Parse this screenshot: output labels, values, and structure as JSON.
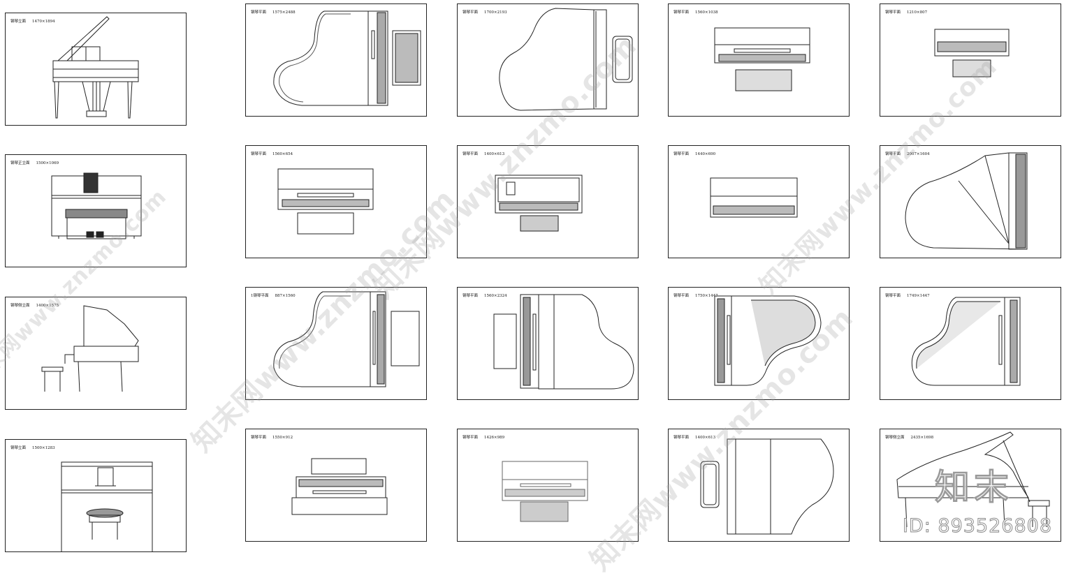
{
  "panels": [
    {
      "title": "钢琴立面",
      "dims": "1470×1894"
    },
    {
      "title": "钢琴平面",
      "dims": "1575×2488"
    },
    {
      "title": "钢琴平面",
      "dims": "1700×2193"
    },
    {
      "title": "钢琴平面",
      "dims": "1560×1038"
    },
    {
      "title": "钢琴平面",
      "dims": "1210×807"
    },
    {
      "title": "钢琴正立面",
      "dims": "1500×1069"
    },
    {
      "title": "钢琴平面",
      "dims": "1560×654"
    },
    {
      "title": "钢琴平面",
      "dims": "1400×613"
    },
    {
      "title": "钢琴平面",
      "dims": "1440×690"
    },
    {
      "title": "钢琴平面",
      "dims": "2007×1604"
    },
    {
      "title": "钢琴侧立面",
      "dims": "1400×1575"
    },
    {
      "title": "1钢琴平面",
      "dims": "887×1560"
    },
    {
      "title": "钢琴平面",
      "dims": "1560×2324"
    },
    {
      "title": "钢琴平面",
      "dims": "1750×1447"
    },
    {
      "title": "钢琴平面",
      "dims": "1749×1447"
    },
    {
      "title": "钢琴立面",
      "dims": "1500×1283"
    },
    {
      "title": "钢琴平面",
      "dims": "1550×912"
    },
    {
      "title": "钢琴平面",
      "dims": "1426×989"
    },
    {
      "title": "钢琴平面",
      "dims": "1400×613"
    },
    {
      "title": "钢琴侧立面",
      "dims": "2435×1698"
    }
  ],
  "watermark_text": "知末网www.znzmo.com",
  "brand_text": "知末",
  "image_id": "ID: 893526808"
}
